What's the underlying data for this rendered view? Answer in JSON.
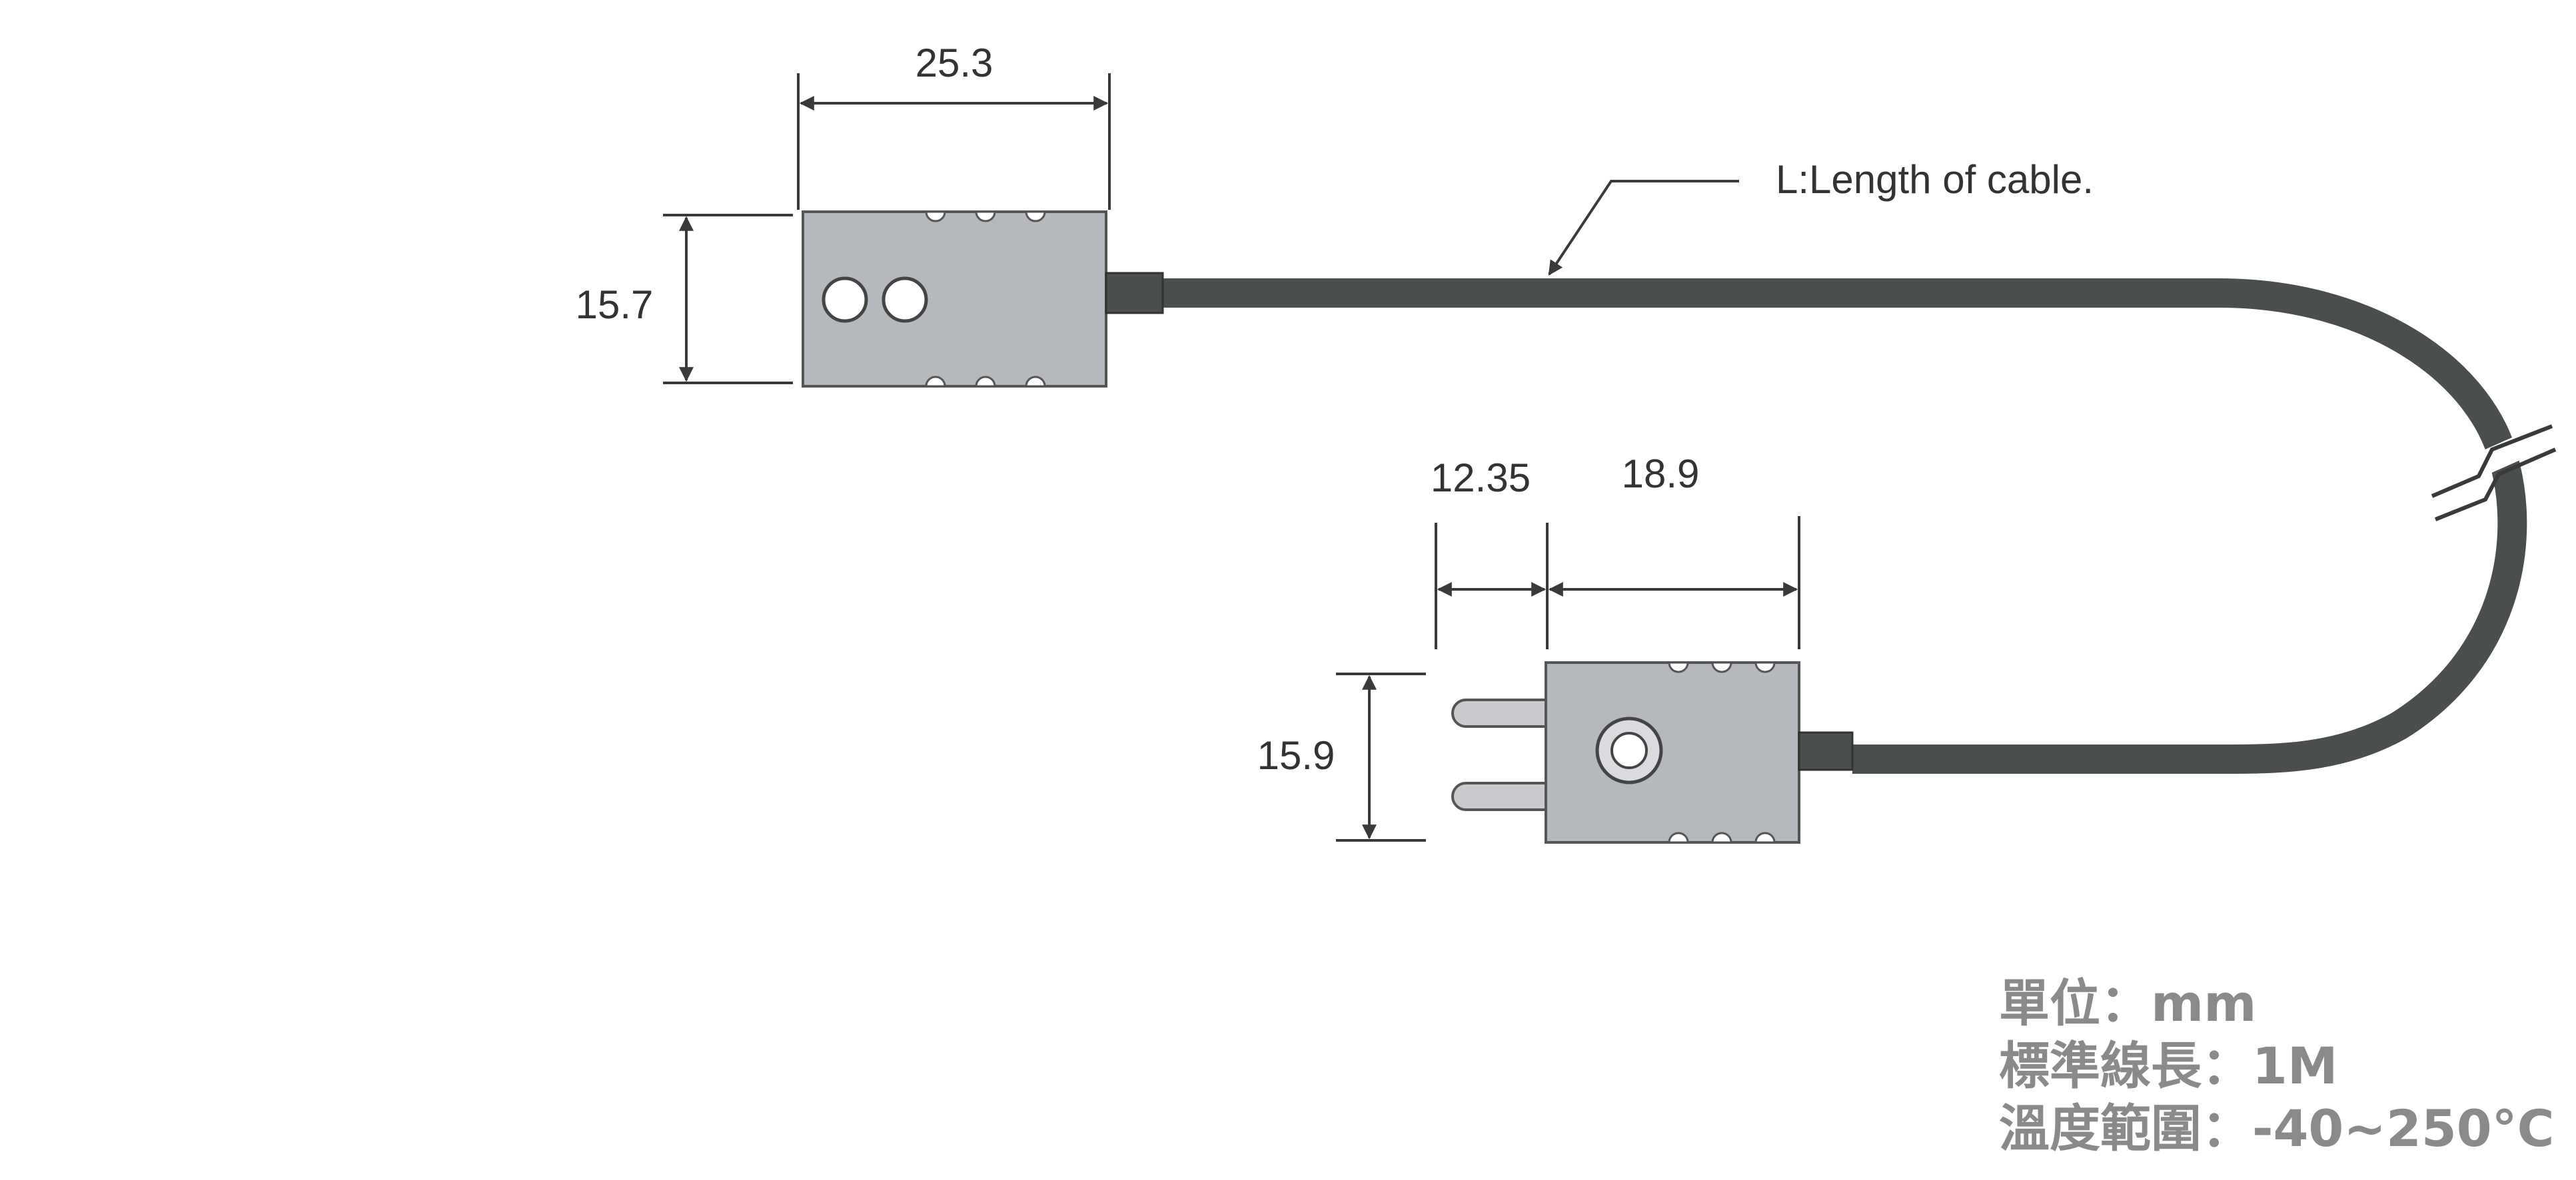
{
  "dimensions": {
    "female_width": "25.3",
    "female_height": "15.7",
    "pin_length": "12.35",
    "male_body_width": "18.9",
    "male_height": "15.9"
  },
  "cable_callout": "L:Length of cable.",
  "specs": {
    "unit": "單位：mm",
    "standard_length": "標準線長：1M",
    "temp_range": "溫度範圍：-40~250°C"
  },
  "colors": {
    "connector_fill": "#b5b8bd",
    "cable": "#4a4f4d",
    "dimension_line": "#3a3a3a",
    "spec_text": "#8a8a8a"
  }
}
